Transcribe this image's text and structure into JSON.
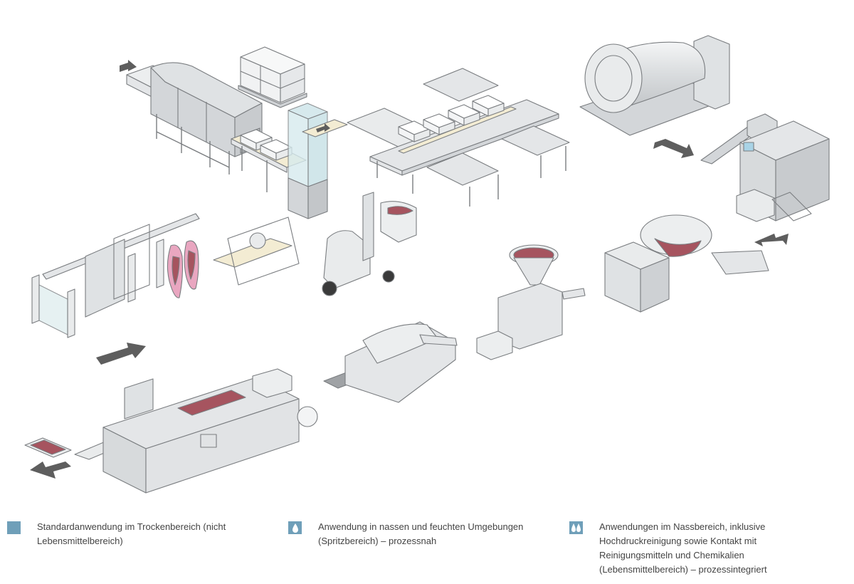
{
  "figure": {
    "title": "Process line illustration: meat processing and packaging",
    "stations": [
      {
        "name": "Carcass overhead conveyor with splitting station",
        "has_product": true
      },
      {
        "name": "Band saw cutting table",
        "has_product": false
      },
      {
        "name": "Tunnel washer / crate washing line",
        "has_product": false
      },
      {
        "name": "Crate stack on pallet",
        "has_product": false
      },
      {
        "name": "Vertical crate lift",
        "has_product": false
      },
      {
        "name": "Cutting tables with belt conveyor",
        "has_product": false
      },
      {
        "name": "Forklift with meat crate",
        "has_product": true
      },
      {
        "name": "Vacuum tumbler",
        "has_product": false
      },
      {
        "name": "Grinder with elevator",
        "has_product": false
      },
      {
        "name": "Bowl cutter",
        "has_product": true
      },
      {
        "name": "Vacuum filler",
        "has_product": true
      },
      {
        "name": "Slicer",
        "has_product": false
      },
      {
        "name": "Thermoforming packaging machine",
        "has_product": true
      }
    ],
    "colors": {
      "machine_fill": "#e4e6e8",
      "machine_stroke": "#7a7d80",
      "belt": "#f3ecd3",
      "meat": "#a6545f",
      "carcass": "#e9a6c0",
      "arrow": "#5e5e5e",
      "glass": "#cfe6ea"
    }
  },
  "legend": {
    "icon_color": "#6f9fb9",
    "items": [
      {
        "icon": "square-icon",
        "text": "Standardanwendung im Trockenbereich (nicht Lebensmittelbereich)"
      },
      {
        "icon": "single-drop-icon",
        "text": "Anwendung in nassen und feuchten Umgebungen (Spritzbereich) – prozessnah"
      },
      {
        "icon": "double-drop-icon",
        "text": "Anwendungen im Nassbereich, inklusive Hochdruckreinigung sowie Kontakt mit Reinigungsmitteln und Chemikalien (Lebensmittelbereich) – prozessintegriert"
      }
    ]
  }
}
